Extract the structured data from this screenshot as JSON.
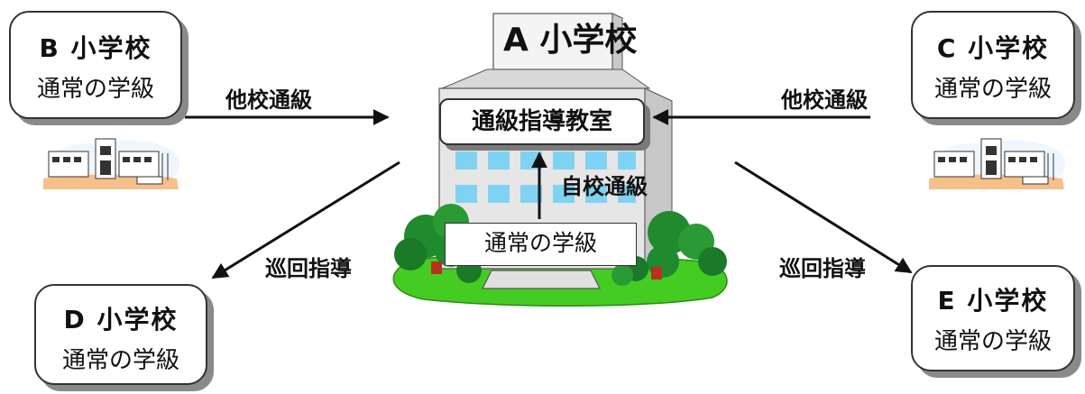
{
  "center_school": {
    "title": "A 小学校",
    "room_label": "通級指導教室",
    "class_label": "通常の学級"
  },
  "schools": {
    "b": {
      "name": "B 小学校",
      "class": "通常の学級"
    },
    "c": {
      "name": "C 小学校",
      "class": "通常の学級"
    },
    "d": {
      "name": "D 小学校",
      "class": "通常の学級"
    },
    "e": {
      "name": "E 小学校",
      "class": "通常の学級"
    }
  },
  "edges": {
    "left_top": "他校通級",
    "right_top": "他校通級",
    "center": "自校通級",
    "left_bottom": "巡回指導",
    "right_bottom": "巡回指導"
  },
  "colors": {
    "building_wall": "#e6e6e6",
    "window": "#7fd3f2",
    "grass": "#44cc22",
    "bush": "#1f8a2e",
    "trunk": "#b8301e",
    "box_shadow": "#8a8a8a"
  },
  "icons": [
    "school-building-icon"
  ]
}
